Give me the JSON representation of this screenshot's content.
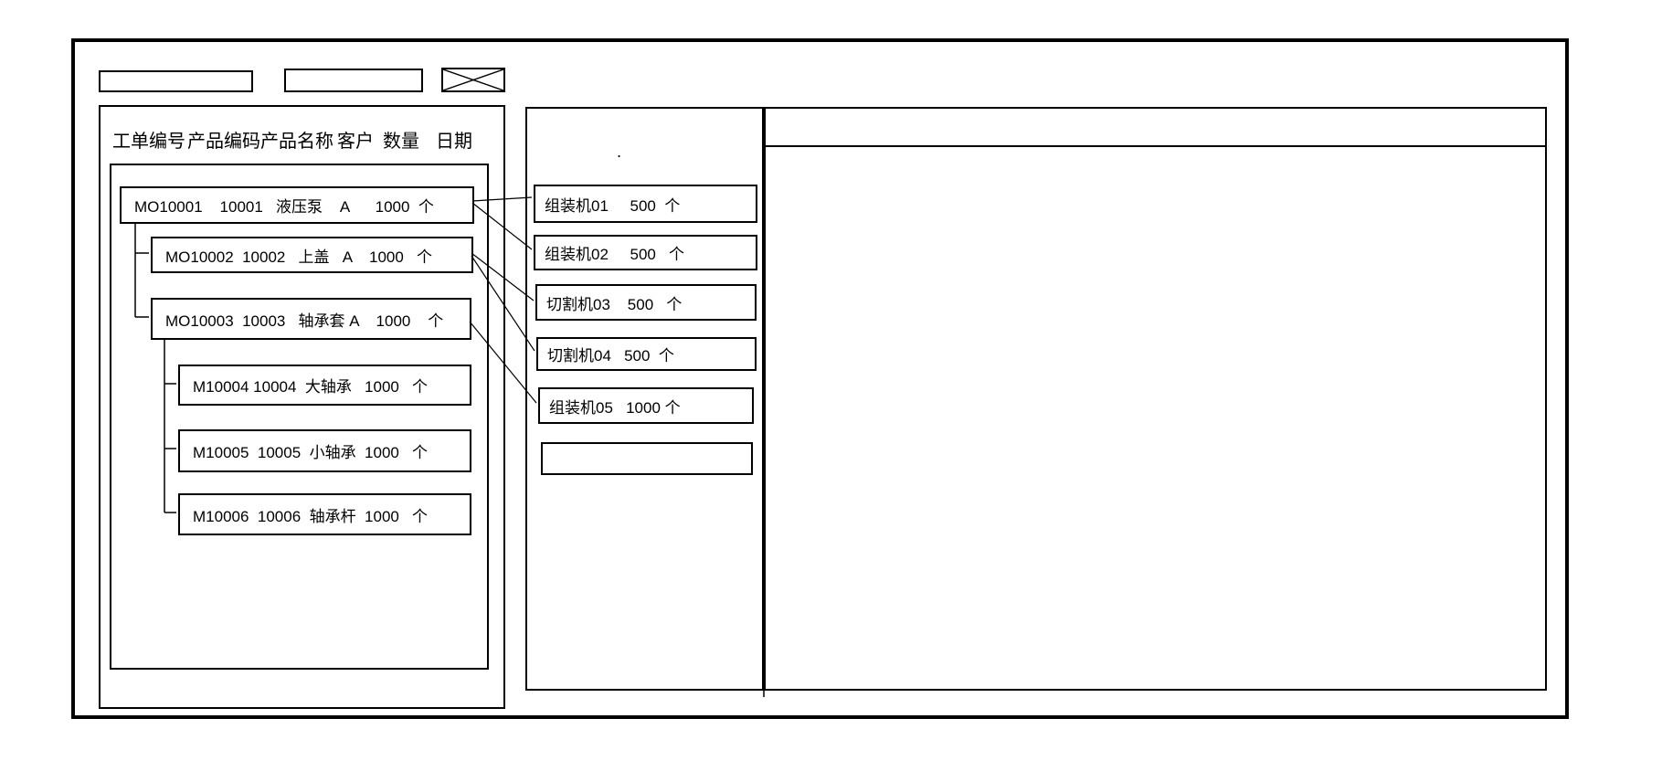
{
  "toolbar": {
    "field1_value": "",
    "field2_value": ""
  },
  "orders_panel": {
    "columns": [
      "工单编号",
      "产品编码",
      "产品名称",
      "客户",
      "数量",
      "日期"
    ],
    "rows": [
      "MO10001    10001   液压泵    A      1000  个",
      "MO10002  10002   上盖   A    1000   个",
      "MO10003  10003   轴承套 A    1000    个",
      "M10004 10004  大轴承   1000   个",
      "M10005  10005  小轴承  1000   个",
      "M10006  10006  轴承杆  1000   个"
    ]
  },
  "machines_panel": {
    "dot": ".",
    "items": [
      "组装机01     500  个",
      "组装机02     500   个",
      "切割机03    500   个",
      "切割机04   500  个",
      "组装机05   1000 个",
      ""
    ]
  },
  "colors": {
    "ink": "#000000",
    "background": "#ffffff"
  }
}
